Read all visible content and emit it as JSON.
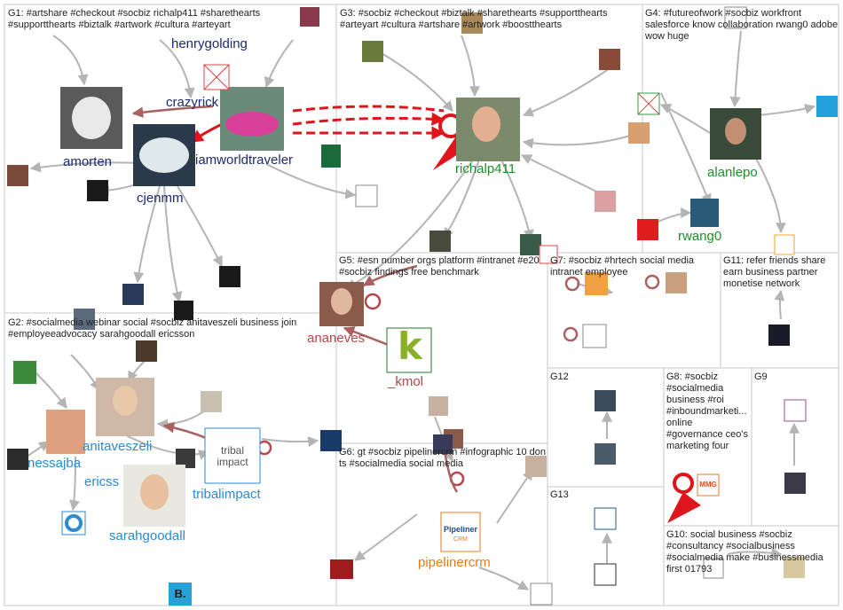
{
  "groups": [
    {
      "id": "g1",
      "label": "G1: #artshare #checkout #socbiz richalp411 #sharethearts #supportthearts #biztalk #artwork #cultura #arteyart"
    },
    {
      "id": "g2",
      "label": "G2: #socialmedia webinar social #socbiz anitaveszeli business join #employeeadvocacy sarahgoodall ericsson"
    },
    {
      "id": "g3",
      "label": "G3: #socbiz #checkout #biztalk #sharethearts #supportthearts #arteyart #cultura #artshare #artwork #boostthearts"
    },
    {
      "id": "g4",
      "label": "G4: #futureofwork #socbiz workfront salesforce know collaboration rwang0 adobe wow huge"
    },
    {
      "id": "g5",
      "label": "G5: #esn number orgs platform #intranet #e20 #socbiz findings free benchmark"
    },
    {
      "id": "g6",
      "label": "G6: gt #socbiz pipelinercrm #infographic 10 don ts #socialmedia social media"
    },
    {
      "id": "g7",
      "label": "G7: #socbiz #hrtech social media intranet employee"
    },
    {
      "id": "g8",
      "label": "G8: #socbiz #socialmedia business #roi #inboundmarketi... online #governance ceo's marketing four"
    },
    {
      "id": "g9",
      "label": "G9"
    },
    {
      "id": "g10",
      "label": "G10: social business #socbiz #consultancy #socialbusiness #socialmedia make #businessmedia first 01793"
    },
    {
      "id": "g11",
      "label": "G11: refer friends share earn business partner monetise network"
    },
    {
      "id": "g12",
      "label": "G12"
    },
    {
      "id": "g13",
      "label": "G13"
    }
  ],
  "vertices": [
    {
      "id": "henrygolding",
      "label": "henrygolding",
      "color": "navy"
    },
    {
      "id": "crazyrick",
      "label": "crazyrick",
      "color": "navy"
    },
    {
      "id": "amorten",
      "label": "amorten",
      "color": "navy"
    },
    {
      "id": "iamworldtraveler",
      "label": "iamworldtraveler",
      "color": "navy"
    },
    {
      "id": "cjenmm",
      "label": "cjenmm",
      "color": "navy"
    },
    {
      "id": "richalp411",
      "label": "richalp411",
      "color": "green"
    },
    {
      "id": "alanlepo",
      "label": "alanlepo",
      "color": "green"
    },
    {
      "id": "rwang0",
      "label": "rwang0",
      "color": "green"
    },
    {
      "id": "ananeves",
      "label": "ananeves",
      "color": "red"
    },
    {
      "id": "kmol",
      "label": "_kmol",
      "color": "red"
    },
    {
      "id": "anitaveszeli",
      "label": "anitaveszeli",
      "color": "blue"
    },
    {
      "id": "nessajba",
      "label": "nessajba",
      "color": "blue"
    },
    {
      "id": "ericss",
      "label": "ericss",
      "color": "blue"
    },
    {
      "id": "tribalimpact",
      "label": "tribalimpact",
      "color": "blue"
    },
    {
      "id": "sarahgoodall",
      "label": "sarahgoodall",
      "color": "blue"
    },
    {
      "id": "pipelinercrm",
      "label": "pipelinercrm",
      "color": "orange"
    }
  ],
  "logos": {
    "kmol_letter": "k",
    "tribal_line1": "tribal",
    "tribal_line2": "impact",
    "pipeliner_name": "Pipeliner",
    "pipeliner_sub": "CRM",
    "b_badge": "B.",
    "mmg_badge": "MMG"
  },
  "colors": {
    "edge_gray": "#b4b4b4",
    "edge_red": "#e0141c",
    "edge_maroon": "#a86060",
    "navy": "#1a2a6c",
    "green": "#1d8f2a",
    "red": "#b8454a",
    "blue": "#2a8bd0",
    "orange": "#e07b1a",
    "panel_border": "#c8c8c8"
  }
}
